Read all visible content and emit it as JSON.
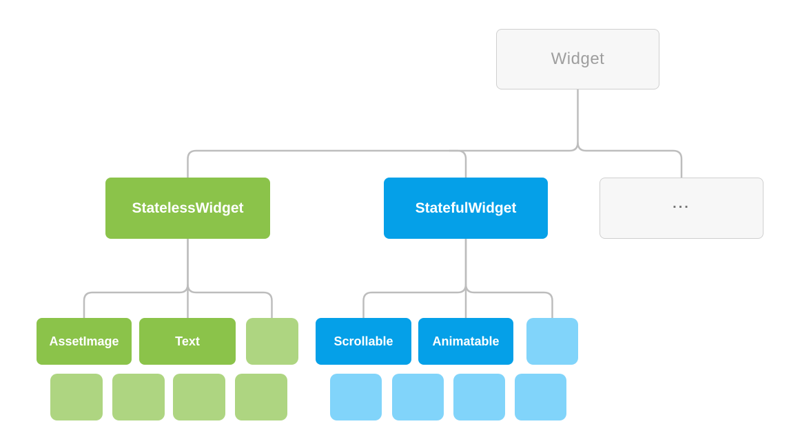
{
  "meta": {
    "description": "Widget class hierarchy tree diagram"
  },
  "nodes": {
    "widget": {
      "label": "Widget"
    },
    "stateless": {
      "label": "StatelessWidget"
    },
    "stateful": {
      "label": "StatefulWidget"
    },
    "more": {
      "label": "..."
    },
    "assetimage": {
      "label": "AssetImage"
    },
    "text": {
      "label": "Text"
    },
    "scrollable": {
      "label": "Scrollable"
    },
    "animatable": {
      "label": "Animatable"
    }
  },
  "unlabeled": {
    "green_small_row3": 1,
    "blue_small_row3": 1,
    "green_small_row4": 4,
    "blue_small_row4": 4
  },
  "colors": {
    "green": "#8BC34A",
    "green_light": "#AED581",
    "blue": "#05A0E8",
    "blue_light": "#81D4FA",
    "gray_fill": "#F7F7F7",
    "gray_border": "#CFCFCF",
    "gray_text": "#9E9E9E",
    "ellipsis_text": "#757575",
    "connector": "#BDBDBD"
  }
}
